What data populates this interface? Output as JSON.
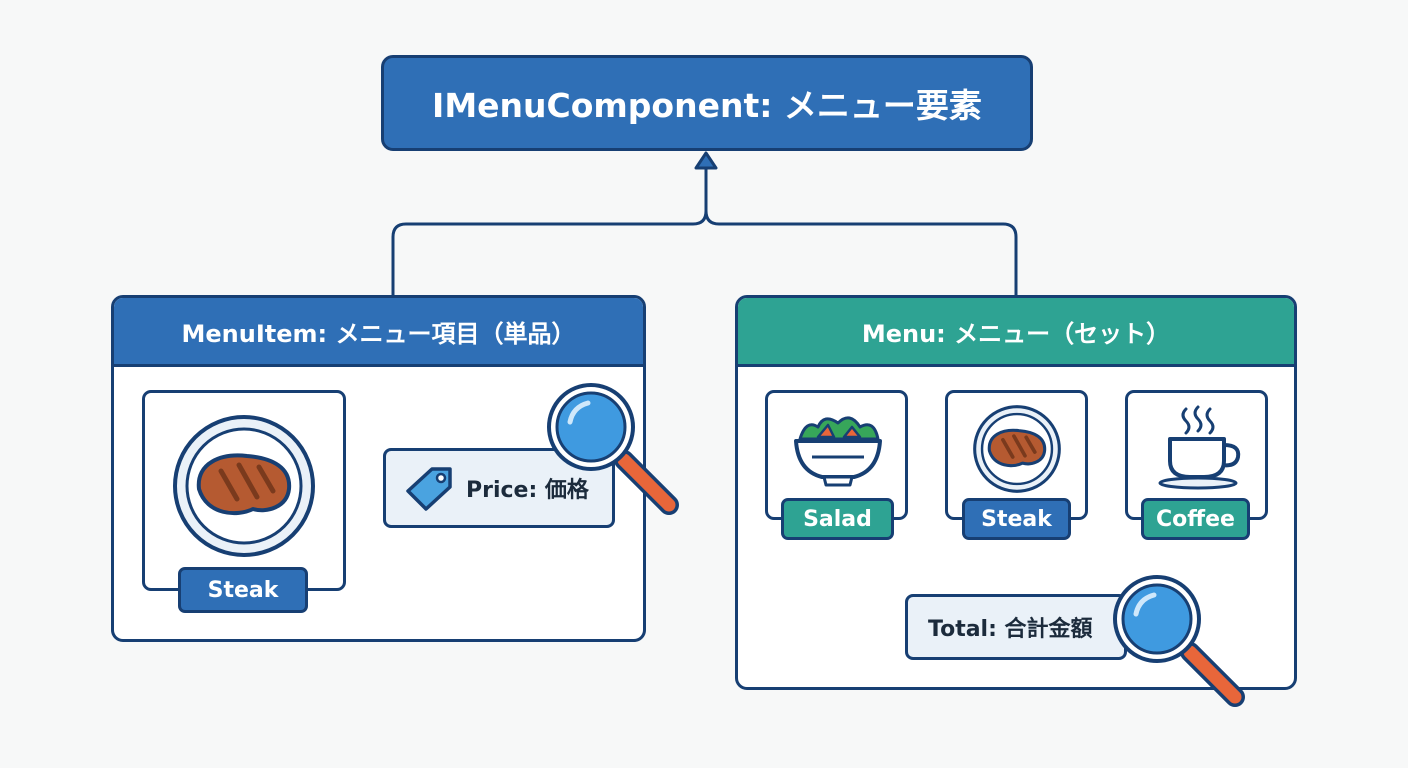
{
  "interface": {
    "title": "IMenuComponent: メニュー要素"
  },
  "menu_item": {
    "title": "MenuItem: メニュー項目（単品）",
    "item_label": "Steak",
    "price_label": "Price: 価格",
    "icons": [
      "steak-icon",
      "price-tag-icon",
      "magnifier-icon"
    ]
  },
  "menu": {
    "title": "Menu: メニュー（セット）",
    "items": [
      {
        "label": "Salad",
        "icon": "salad-icon"
      },
      {
        "label": "Steak",
        "icon": "steak-icon"
      },
      {
        "label": "Coffee",
        "icon": "coffee-icon"
      }
    ],
    "total_label": "Total: 合計金額"
  },
  "colors": {
    "blue": "#2f6fb6",
    "teal": "#2ea393",
    "navy": "#173f73",
    "light": "#eaf1f8",
    "magnifier_handle": "#e8663a"
  }
}
